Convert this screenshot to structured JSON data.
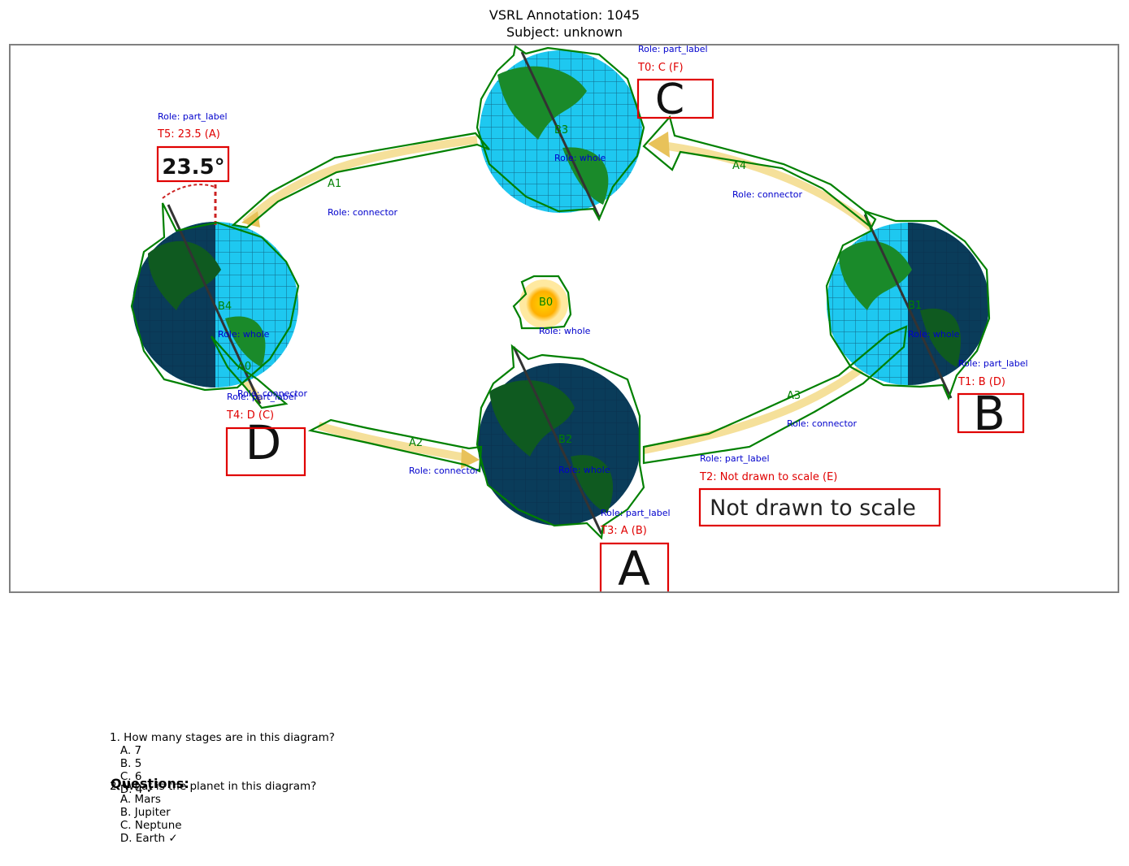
{
  "header": {
    "title_line1": "VSRL Annotation: 1045",
    "title_line2": "Subject: unknown"
  },
  "colors": {
    "polygon": "#008000",
    "box": "#e00000",
    "role": "#0000cc",
    "ocean": "#1ec8f0",
    "land": "#1a8a2a",
    "night": "#0a3c5a",
    "arrow": "#f5e6a0",
    "sun": "#f5c400"
  },
  "diagram": {
    "degree_label": "23.5°",
    "not_to_scale": "Not drawn to scale",
    "letters": {
      "a": "A",
      "b": "B",
      "c": "C",
      "d": "D"
    },
    "blobs": [
      {
        "id": "B0",
        "role": "Role: whole"
      },
      {
        "id": "B1",
        "role": "Role: whole"
      },
      {
        "id": "B3",
        "role": "Role: whole"
      },
      {
        "id": "B4",
        "role": "Role: whole"
      },
      {
        "id": "B2",
        "role": "Role: whole"
      }
    ],
    "arrows": [
      {
        "id": "A1",
        "role": "Role: connector"
      },
      {
        "id": "A2",
        "role": "Role: connector"
      },
      {
        "id": "A3",
        "role": "Role: connector"
      },
      {
        "id": "A4",
        "role": "Role: connector"
      },
      {
        "id": "A0",
        "role": "Role: connector"
      }
    ],
    "texts": [
      {
        "id": "T0",
        "label": "T0: C (F)",
        "role": "Role: part_label"
      },
      {
        "id": "T1",
        "label": "T1: B (D)",
        "role": "Role: part_label"
      },
      {
        "id": "T2",
        "label": "T2: Not drawn to scale (E)",
        "role": "Role: part_label"
      },
      {
        "id": "T3",
        "label": "T3: A (B)",
        "role": "Role: part_label"
      },
      {
        "id": "T4",
        "label": "T4: D (C)",
        "role": "Role: part_label"
      },
      {
        "id": "T5",
        "label": "T5: 23.5 (A)",
        "role": "Role: part_label"
      }
    ]
  },
  "questions": {
    "heading": "Questions:",
    "q1": {
      "text": "1. How many stages are in this diagram?",
      "options": [
        "   A. 7",
        "   B. 5",
        "   C. 6",
        "   D. 4 ✓"
      ]
    },
    "q2": {
      "text": "2. What is the planet in this diagram?",
      "options": [
        "   A. Mars",
        "   B. Jupiter",
        "   C. Neptune",
        "   D. Earth ✓"
      ]
    }
  }
}
